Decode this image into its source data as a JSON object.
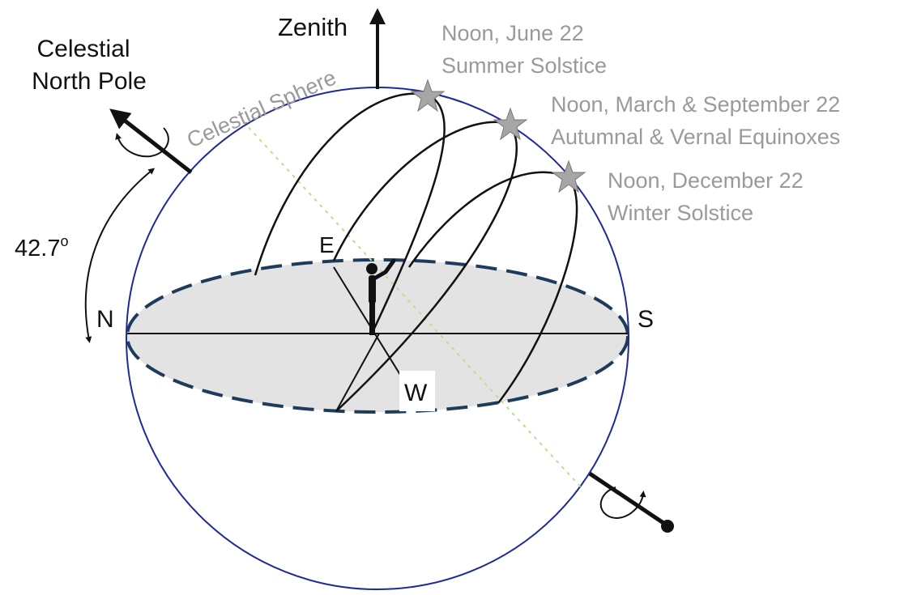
{
  "diagram": {
    "labels": {
      "zenith": "Zenith",
      "celestial_north_pole_line1": "Celestial",
      "celestial_north_pole_line2": "North Pole",
      "celestial_sphere": "Celestial Sphere",
      "latitude_angle": "42.7",
      "latitude_angle_unit": "o",
      "north": "N",
      "south": "S",
      "east": "E",
      "west": "W"
    },
    "noon_markers": [
      {
        "line1": "Noon, June 22",
        "line2": "Summer Solstice"
      },
      {
        "line1": "Noon, March & September 22",
        "line2": "Autumnal & Vernal Equinoxes"
      },
      {
        "line1": "Noon, December 22",
        "line2": "Winter Solstice"
      }
    ],
    "colors": {
      "sphere_outline": "#1f2a9a",
      "horizon_fill": "#e3e3e3",
      "horizon_dash": "#1f3b5c",
      "axis_line": "#b8e08c",
      "marker_star": "#a6a6a6",
      "annotation_text": "#9a9a9a"
    },
    "icons": [
      "star-icon",
      "rotation-arrow-icon",
      "observer-figure-icon",
      "arrowhead-icon"
    ]
  }
}
